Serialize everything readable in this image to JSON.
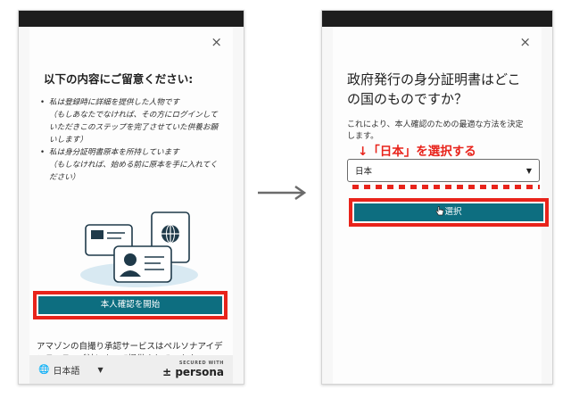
{
  "left": {
    "close_glyph": "×",
    "heading": "以下の内容にご留意ください:",
    "bullet1": "私は登録時に詳細を提供した人物です",
    "bullet1_note": "（もしあなたでなければ、その方にログインしていただきこのステップを完了させていた供養お願いします）",
    "bullet2": "私は身分証明書原本を所持しています",
    "bullet2_note": "（もしなければ、始める前に原本を手に入れてください）",
    "start_button": "本人確認を開始",
    "footer_text": "アマゾンの自撮り承認サービスはペルソナアイデンティティズ社によって提供されています。",
    "language": "日本語",
    "globe_glyph": "🌐",
    "caret_glyph": "▼",
    "secured_with": "SECURED WITH",
    "brand": "persona",
    "brand_mark": "±"
  },
  "right": {
    "close_glyph": "×",
    "heading": "政府発行の身分証明書はどこの国のものですか？",
    "description": "これにより、本人確認のための最適な方法を決定します。",
    "annotation": "↓「日本」を選択する",
    "selected_country": "日本",
    "caret_glyph": "▼",
    "select_button": "選択"
  },
  "colors": {
    "teal": "#0d6e80",
    "highlight_red": "#e8231b",
    "illustration_blue": "#d8e9f2"
  },
  "icons": [
    "close-icon",
    "globe-icon",
    "chevron-down-icon",
    "arrow-right-icon",
    "persona-logo-icon",
    "id-card-icon",
    "passport-icon",
    "flag-card-icon",
    "cursor-hand-icon"
  ]
}
